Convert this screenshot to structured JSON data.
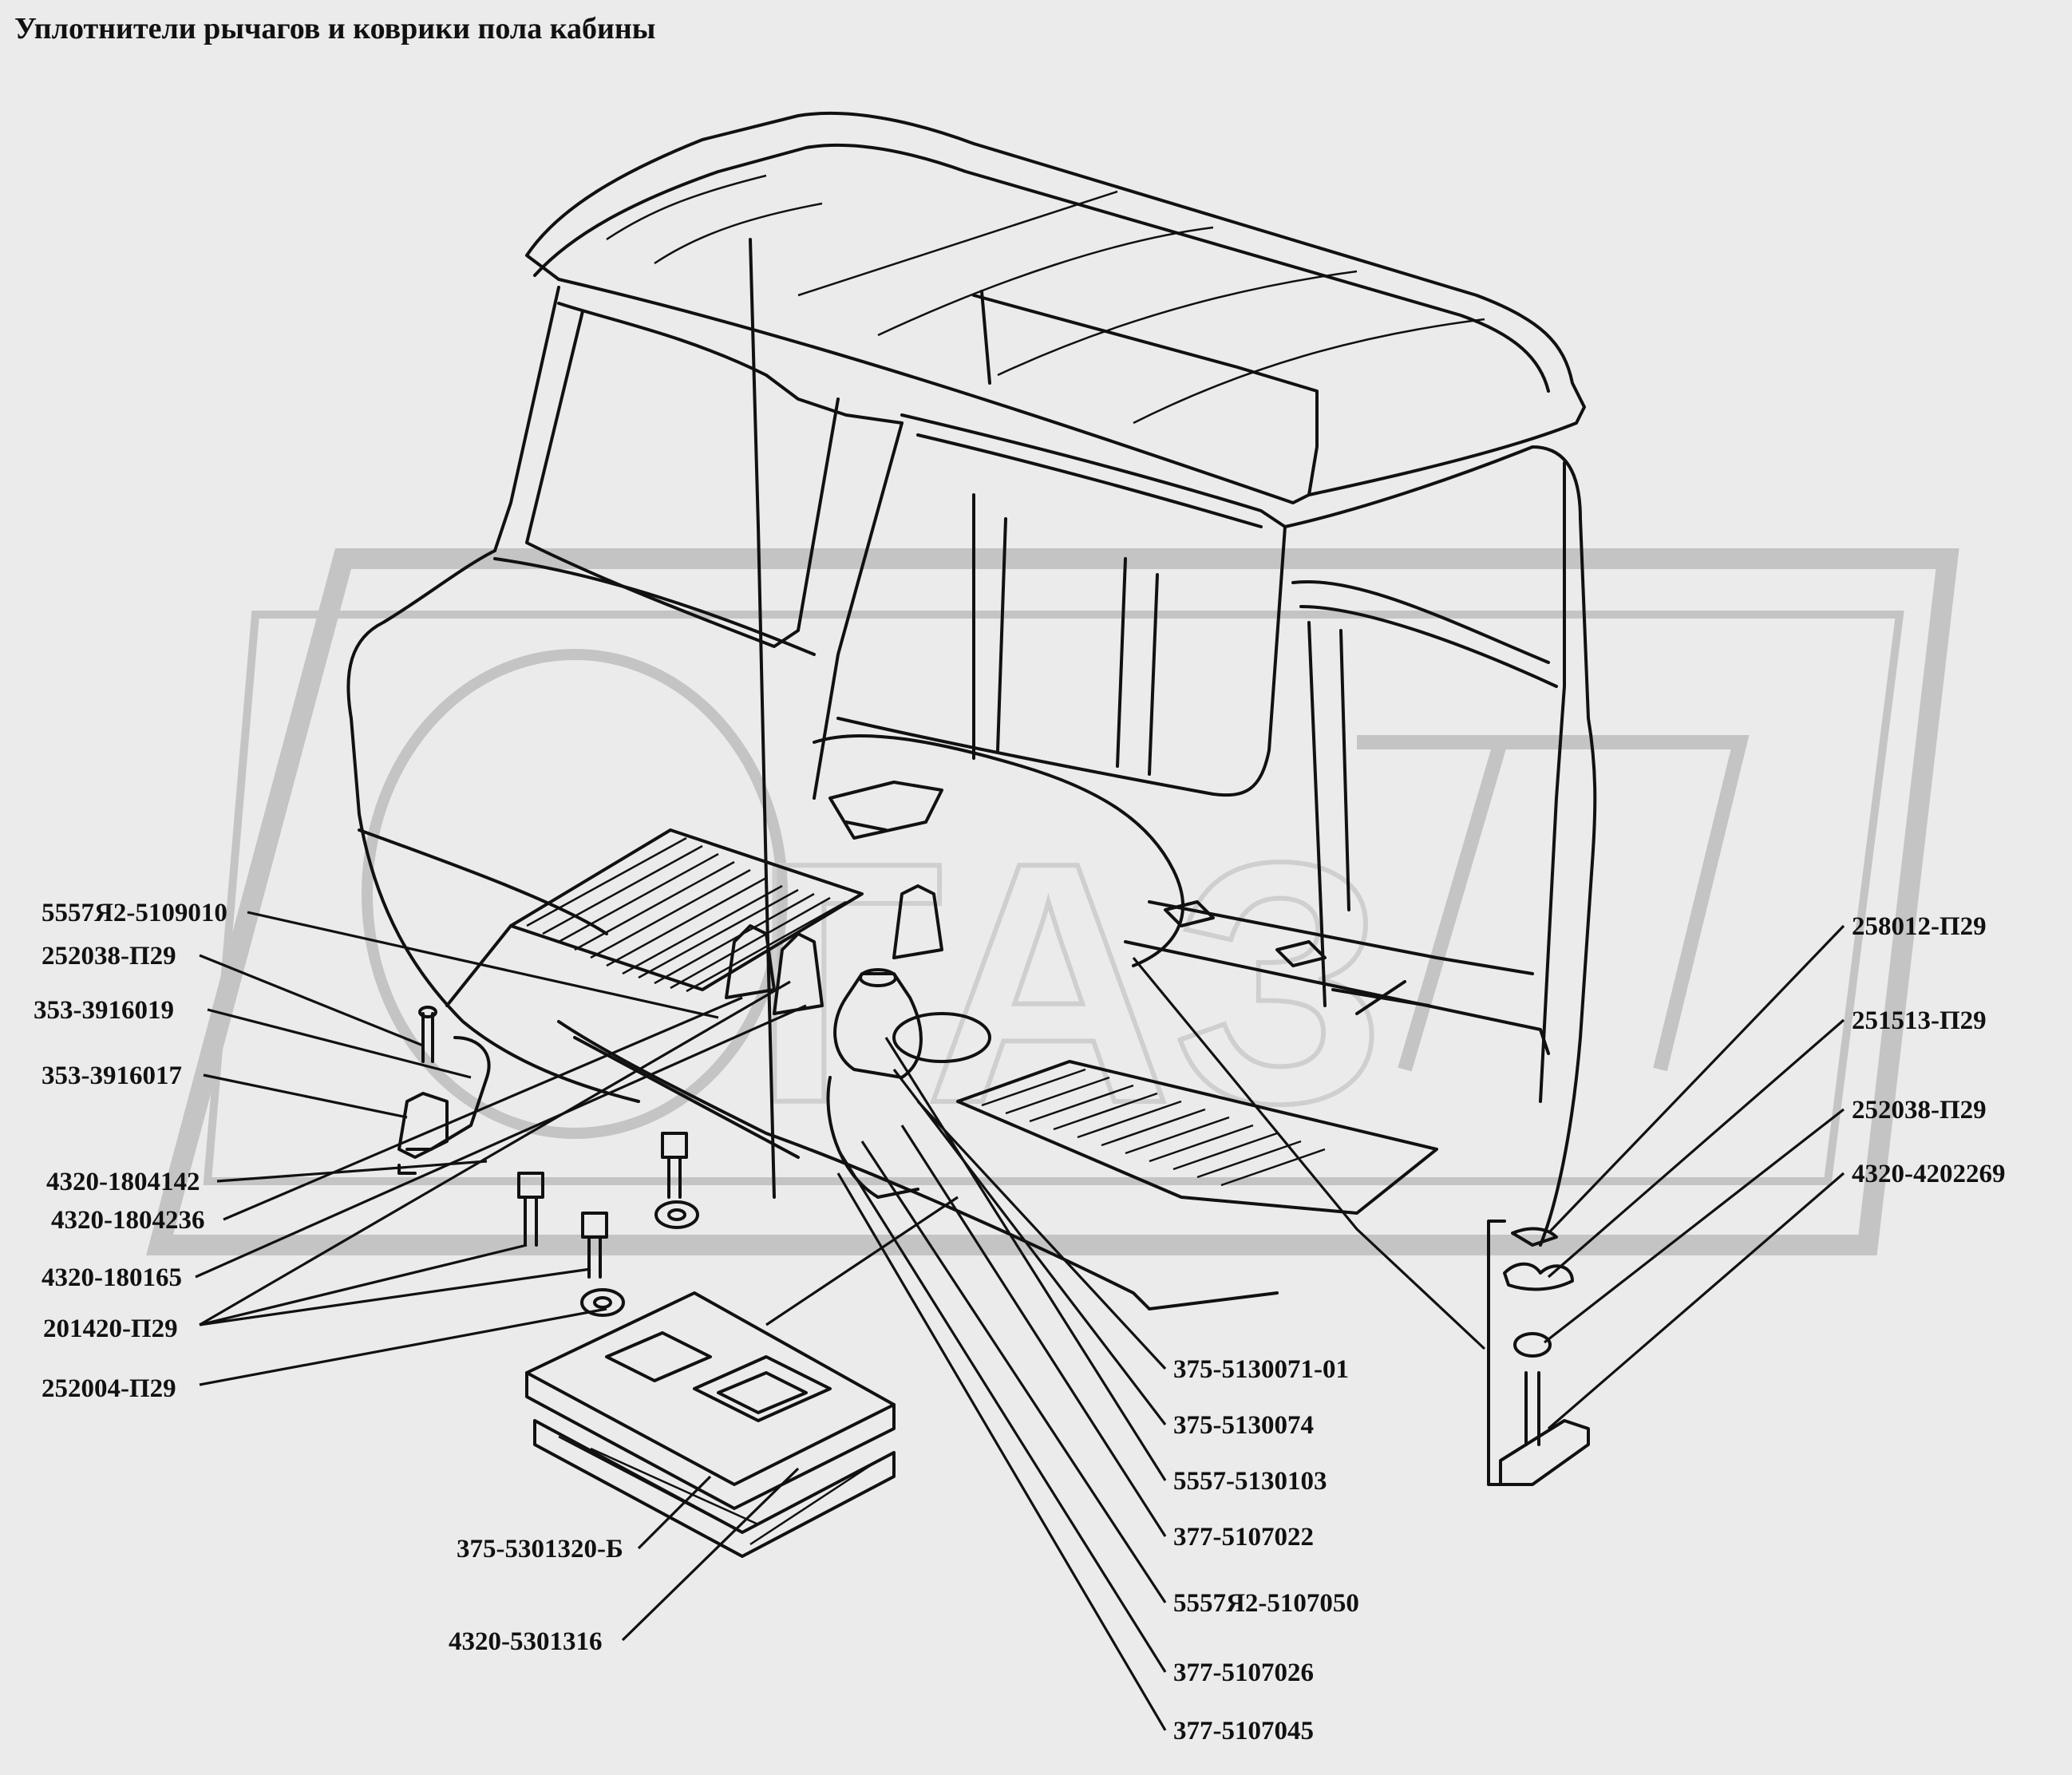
{
  "title": "Уплотнители рычагов и коврики пола кабины",
  "watermark": "ГАЗ",
  "colors": {
    "background": "#ebebeb",
    "ink": "#111111",
    "watermark": "#c4c4c4"
  },
  "callouts": {
    "left": [
      "5557Я2-5109010",
      "252038-П29",
      "353-3916019",
      "353-3916017",
      "4320-1804142",
      "4320-1804236",
      "4320-180165",
      "201420-П29",
      "252004-П29",
      "375-5301320-Б",
      "4320-5301316"
    ],
    "right_kit": [
      "258012-П29",
      "251513-П29",
      "252038-П29",
      "4320-4202269"
    ],
    "bottom": [
      "375-5130071-01",
      "375-5130074",
      "5557-5130103",
      "377-5107022",
      "5557Я2-5107050",
      "377-5107026",
      "377-5107045"
    ]
  }
}
